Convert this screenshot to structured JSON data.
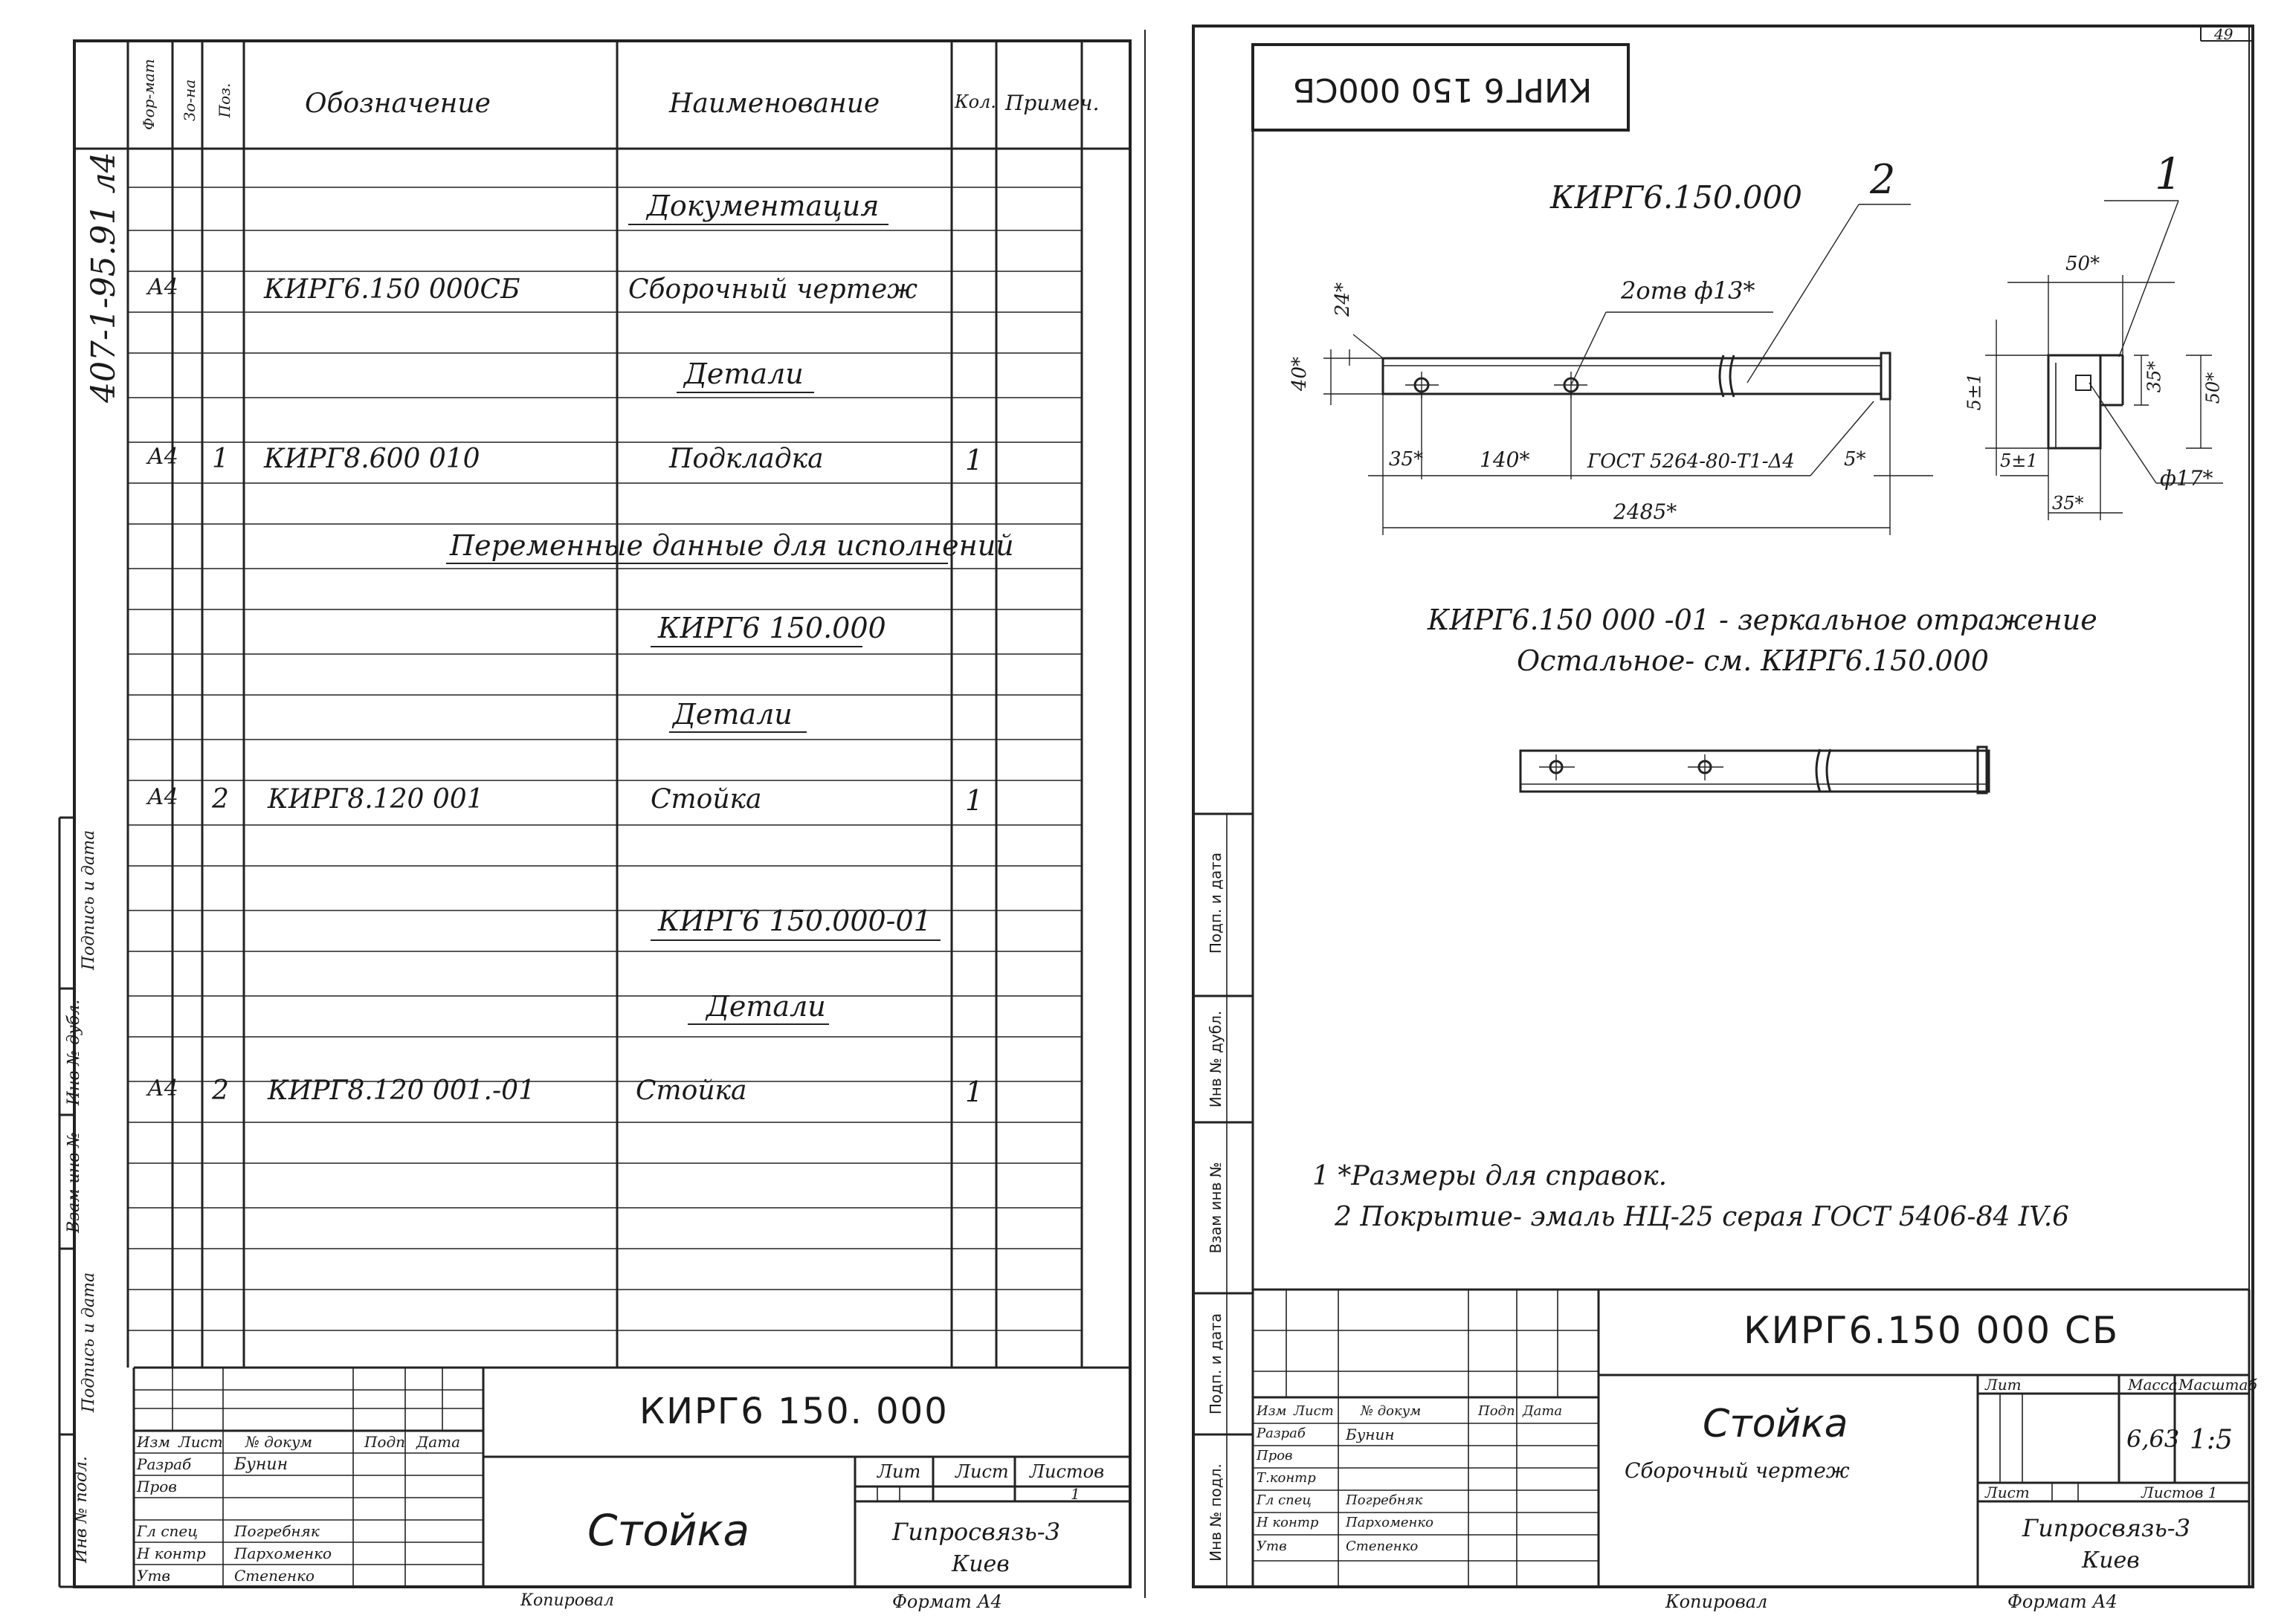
{
  "page_corner": "49",
  "left_sheet": {
    "side_code": "407-1-95.91 л4",
    "columns": {
      "format": "Фор-мат",
      "zone": "Зо-на",
      "pos": "Поз.",
      "designation": "Обозначение",
      "name": "Наименование",
      "qty": "Кол.",
      "note": "Примеч."
    },
    "rows": [
      {
        "format": "",
        "pos": "",
        "designation": "",
        "name": "Документация",
        "qty": "",
        "section": true
      },
      {
        "format": "А4",
        "pos": "",
        "designation": "КИРГ6.150 000СБ",
        "name": "Сборочный чертеж",
        "qty": ""
      },
      {
        "format": "",
        "pos": "",
        "designation": "",
        "name": "Детали",
        "qty": "",
        "section": true
      },
      {
        "format": "А4",
        "pos": "1",
        "designation": "КИРГ8.600 010",
        "name": "Подкладка",
        "qty": "1"
      },
      {
        "format": "",
        "pos": "",
        "designation": "",
        "name": "Переменные данные для исполнений",
        "qty": "",
        "section": true
      },
      {
        "format": "",
        "pos": "",
        "designation": "",
        "name": "КИРГ6 150.000",
        "qty": "",
        "section": true
      },
      {
        "format": "",
        "pos": "",
        "designation": "",
        "name": "Детали",
        "qty": "",
        "section": true
      },
      {
        "format": "А4",
        "pos": "2",
        "designation": "КИРГ8.120 001",
        "name": "Стойка",
        "qty": "1"
      },
      {
        "format": "",
        "pos": "",
        "designation": "",
        "name": "КИРГ6 150.000-01",
        "qty": "",
        "section": true
      },
      {
        "format": "",
        "pos": "",
        "designation": "",
        "name": "Детали",
        "qty": "",
        "section": true
      },
      {
        "format": "А4",
        "pos": "2",
        "designation": "КИРГ8.120 001.-01",
        "name": "Стойка",
        "qty": "1"
      }
    ],
    "side_labels": [
      "Подпись и дата",
      "Инв № дубл.",
      "Взам инв № ",
      "Подпись и дата",
      "Инв № подл."
    ],
    "title_block": {
      "doc_code": "КИРГ6 150. 000",
      "title": "Стойка",
      "head": {
        "change": "Изм",
        "sheet": "Лист",
        "doc_no": "№ докум",
        "sign": "Подп",
        "date": "Дата"
      },
      "roles": [
        {
          "role": "Разраб",
          "name": "Бунин"
        },
        {
          "role": "Пров",
          "name": ""
        },
        {
          "role": "Гл спец",
          "name": "Погребняк"
        },
        {
          "role": "Н контр",
          "name": "Пархоменко"
        },
        {
          "role": "Утв",
          "name": "Степенко"
        }
      ],
      "lit_label": "Лит",
      "sheet_label": "Лист",
      "sheets_label": "Листов",
      "sheets_value": "1",
      "org": "Гипросвязь-3",
      "city": "Киев"
    },
    "footer_copy": "Копировал",
    "footer_format": "Формат  А4"
  },
  "right_sheet": {
    "stamp_mirror": "КИРГ6 150 000СБ",
    "drawing_title": "КИРГ6.150.000",
    "callout_1": "1",
    "callout_2": "2",
    "dims": {
      "holes": "2отв ф13*",
      "d24": "24*",
      "d40": "40*",
      "d35": "35*",
      "d140": "140*",
      "d5": "5*",
      "d2485": "2485*",
      "gost_profile": "ГОСТ 5264-80-Т1-Δ4",
      "d50a": "50*",
      "d35b": "35*",
      "d50b": "50*",
      "d5pm1a": "5±1",
      "d5pm1b": "5±1",
      "d35c": "35*",
      "d17": "ф17*"
    },
    "variant_line1": "КИРГ6.150 000 -01 - зеркальное отражение",
    "variant_line2": "Остальное- см. КИРГ6.150.000",
    "notes": [
      "1 *Размеры для справок.",
      "2 Покрытие- эмаль НЦ-25 серая ГОСТ 5406-84 IV.6"
    ],
    "side_labels": [
      "Подп. и дата",
      "Инв № дубл.",
      "Взам инв №",
      "Подп. и дата",
      "Инв № подл."
    ],
    "title_block": {
      "doc_code": "КИРГ6.150 000 СБ",
      "title": "Стойка",
      "subtitle": "Сборочный чертеж",
      "head": {
        "change": "Изм",
        "sheet": "Лист",
        "doc_no": "№ докум",
        "sign": "Подп",
        "date": "Дата"
      },
      "roles": [
        {
          "role": "Разраб",
          "name": "Бунин"
        },
        {
          "role": "Пров",
          "name": ""
        },
        {
          "role": "Т.контр",
          "name": ""
        },
        {
          "role": "Гл спец",
          "name": "Погребняк"
        },
        {
          "role": "Н контр",
          "name": "Пархоменко"
        },
        {
          "role": "Утв",
          "name": "Степенко"
        }
      ],
      "lit_label": "Лит",
      "mass_label": "Масса",
      "scale_label": "Масштаб",
      "mass_value": "6,63",
      "scale_value": "1:5",
      "sheet_label": "Лист",
      "sheets_label": "Листов 1",
      "org": "Гипросвязь-3",
      "city": "Киев"
    },
    "footer_copy": "Копировал",
    "footer_format": "Формат  А4"
  }
}
